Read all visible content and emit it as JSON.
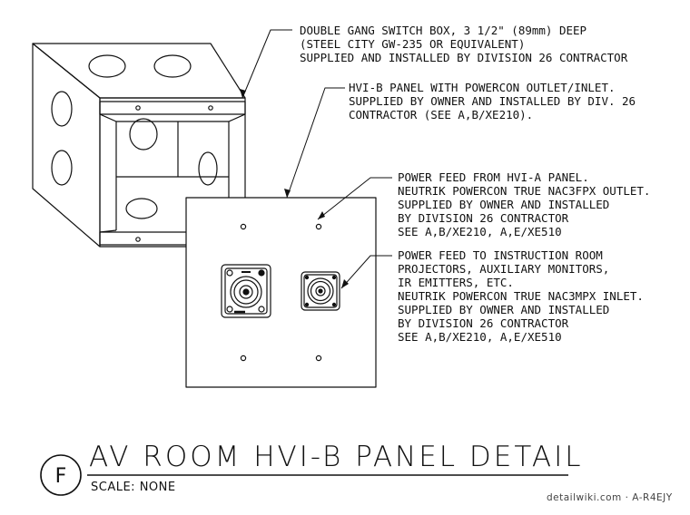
{
  "callouts": {
    "switch_box": [
      "DOUBLE GANG SWITCH BOX, 3 1/2\" (89mm) DEEP",
      "(STEEL CITY GW-235 OR EQUIVALENT)",
      "SUPPLIED AND INSTALLED BY DIVISION 26 CONTRACTOR"
    ],
    "panel": [
      "HVI-B PANEL WITH POWERCON OUTLET/INLET.",
      "SUPPLIED BY OWNER AND INSTALLED BY DIV. 26",
      "CONTRACTOR (SEE A,B/XE210)."
    ],
    "power_feed_from": [
      "POWER FEED FROM HVI-A PANEL.",
      "NEUTRIK POWERCON TRUE NAC3FPX OUTLET.",
      "SUPPLIED BY OWNER AND INSTALLED",
      "BY DIVISION 26 CONTRACTOR",
      "SEE A,B/XE210, A,E/XE510"
    ],
    "power_feed_to": [
      "POWER FEED TO INSTRUCTION ROOM",
      "PROJECTORS, AUXILIARY MONITORS,",
      "IR EMITTERS, ETC.",
      "NEUTRIK POWERCON TRUE NAC3MPX INLET.",
      "SUPPLIED BY OWNER AND INSTALLED",
      "BY DIVISION 26 CONTRACTOR",
      "SEE A,B/XE210, A,E/XE510"
    ]
  },
  "title_block": {
    "detail_letter": "F",
    "title": "AV ROOM HVI-B PANEL DETAIL",
    "scale": "SCALE:  NONE"
  },
  "watermark": "detailwiki.com · A-R4EJY"
}
